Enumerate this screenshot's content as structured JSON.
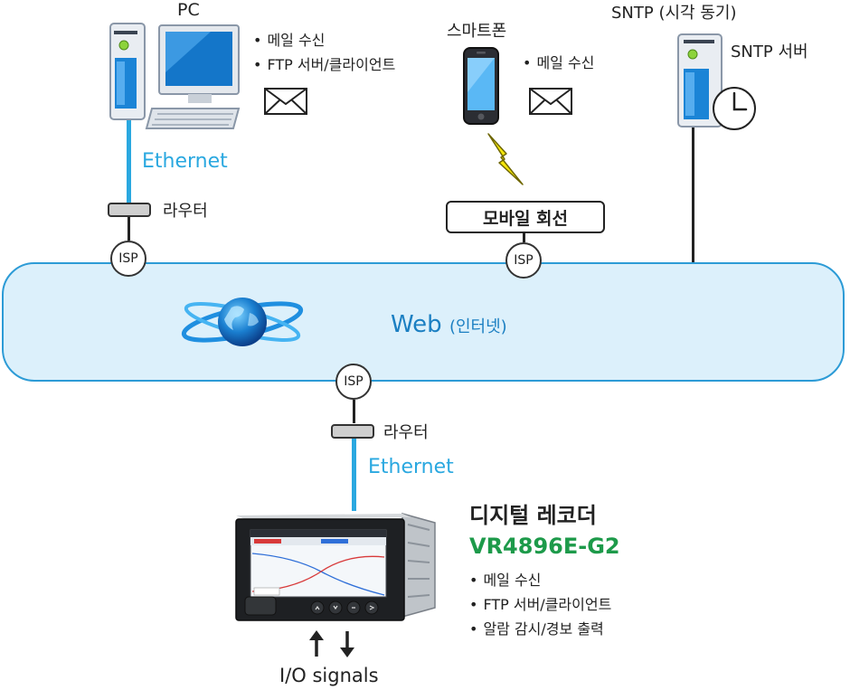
{
  "pc": {
    "label": "PC",
    "features": [
      "메일 수신",
      "FTP 서버/클라이언트"
    ],
    "ethernet": "Ethernet",
    "router": "라우터"
  },
  "smartphone": {
    "label": "스마트폰",
    "features": [
      "메일 수신"
    ],
    "mobile_line": "모바일 회선"
  },
  "sntp": {
    "label": "SNTP (시각 동기)",
    "server": "SNTP 서버"
  },
  "isp_label": "ISP",
  "web": {
    "label": "Web",
    "sub": "(인터넷)"
  },
  "recorder": {
    "router": "라우터",
    "ethernet": "Ethernet",
    "title": "디지털 레코더",
    "model": "VR4896E-G2",
    "features": [
      "메일 수신",
      "FTP 서버/클라이언트",
      "알람 감시/경보 출력"
    ],
    "io": "I/O signals"
  },
  "colors": {
    "ethernet_blue": "#2aa8e0",
    "web_blue": "#1b7fc2",
    "model_green": "#1d9a4a",
    "cloud_fill": "#dcf0fb"
  }
}
